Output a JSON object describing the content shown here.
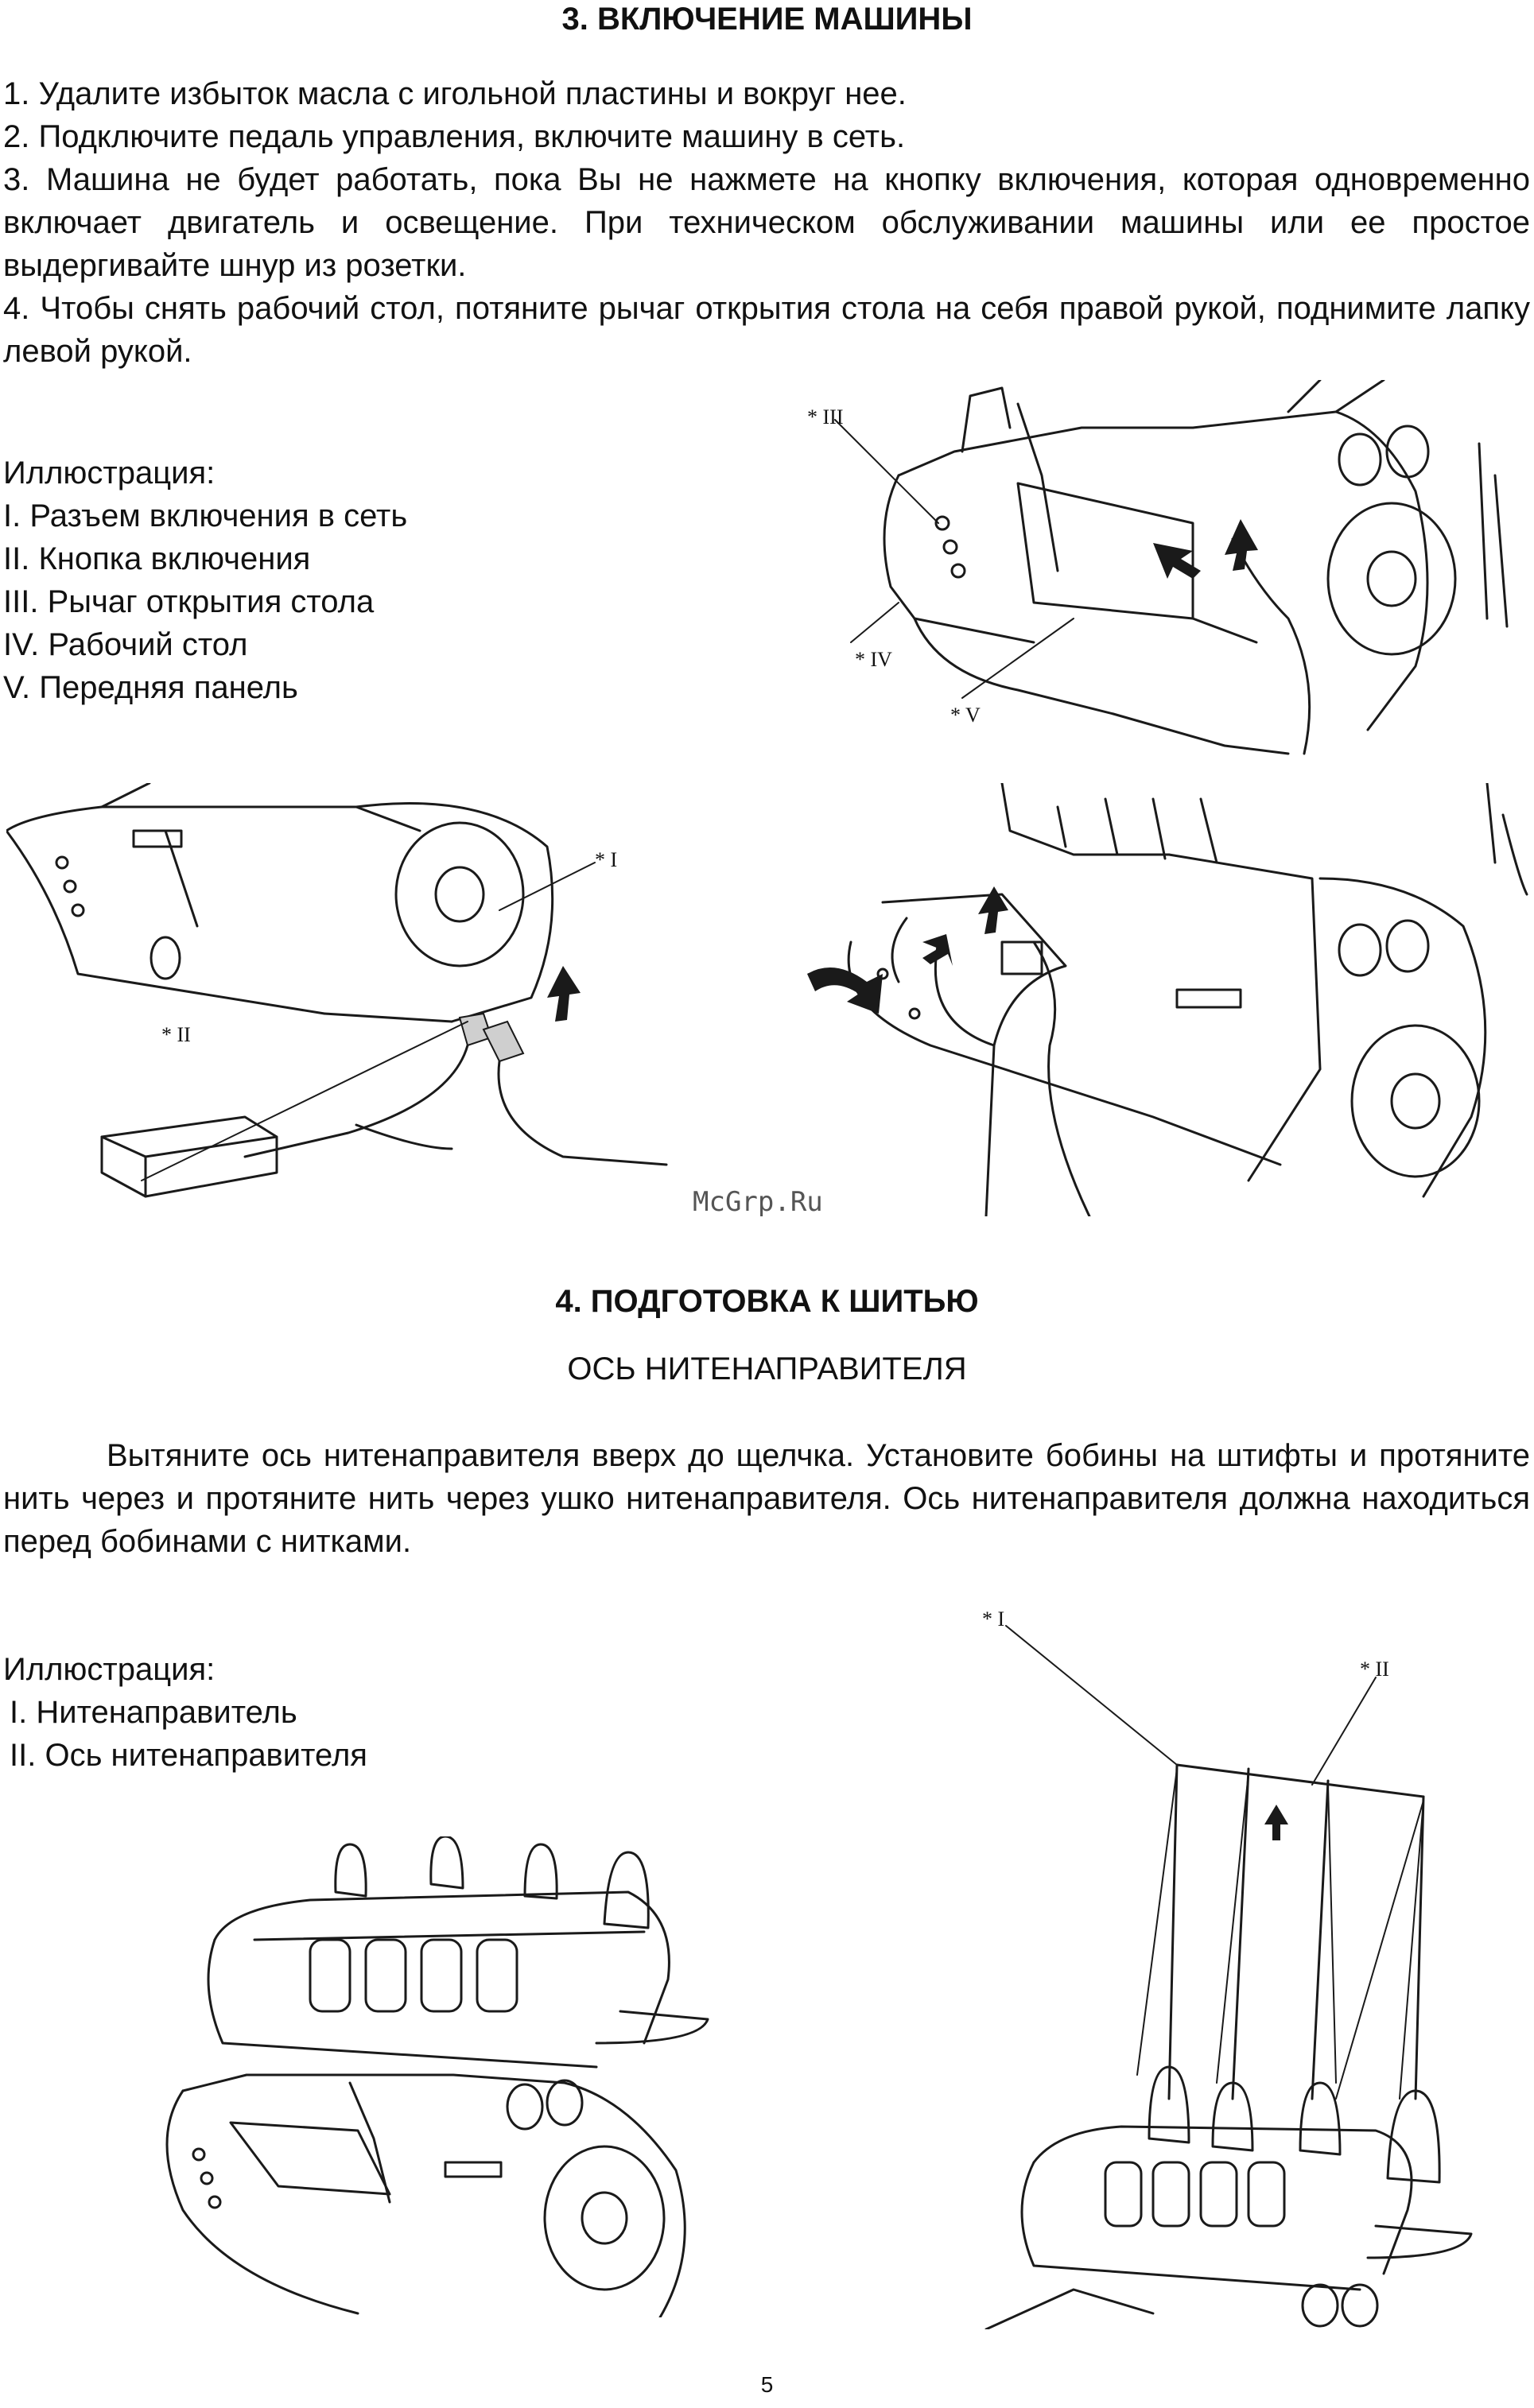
{
  "section3": {
    "title": "3. ВКЛЮЧЕНИЕ МАШИНЫ",
    "steps": [
      "1. Удалите избыток масла с игольной пластины и вокруг нее.",
      "2. Подключите педаль управления, включите машину в сеть.",
      "3. Машина не будет работать, пока Вы не нажмете на кнопку включения, которая одновременно включает двигатель и освещение. При техническом обслуживании машины или ее простое выдергивайте шнур из розетки.",
      "4. Чтобы снять рабочий стол, потяните рычаг открытия стола на себя правой рукой, поднимите лапку левой рукой."
    ],
    "legend_title": "Иллюстрация:",
    "legend": [
      "I. Разъем включения в сеть",
      "II. Кнопка включения",
      "III. Рычаг открытия стола",
      "IV. Рабочий стол",
      "V. Передняя панель"
    ],
    "fig_labels": {
      "iii": "* III",
      "iv": "* IV",
      "v": "* V",
      "i": "* I",
      "ii": "* II"
    }
  },
  "watermark": "McGrp.Ru",
  "section4": {
    "title": "4. ПОДГОТОВКА К ШИТЬЮ",
    "subtitle": "ОСЬ НИТЕНАПРАВИТЕЛЯ",
    "paragraph": "Вытяните ось нитенаправителя вверх до щелчка. Установите бобины на штифты и протяните нить через и протяните нить через ушко нитенаправителя. Ось нитенаправителя должна находиться перед бобинами с нитками.",
    "legend_title": "Иллюстрация:",
    "legend": [
      "I. Нитенаправитель",
      "II. Ось нитенаправителя"
    ],
    "fig_labels": {
      "i": "* I",
      "ii": "* II"
    }
  },
  "page_number": "5"
}
